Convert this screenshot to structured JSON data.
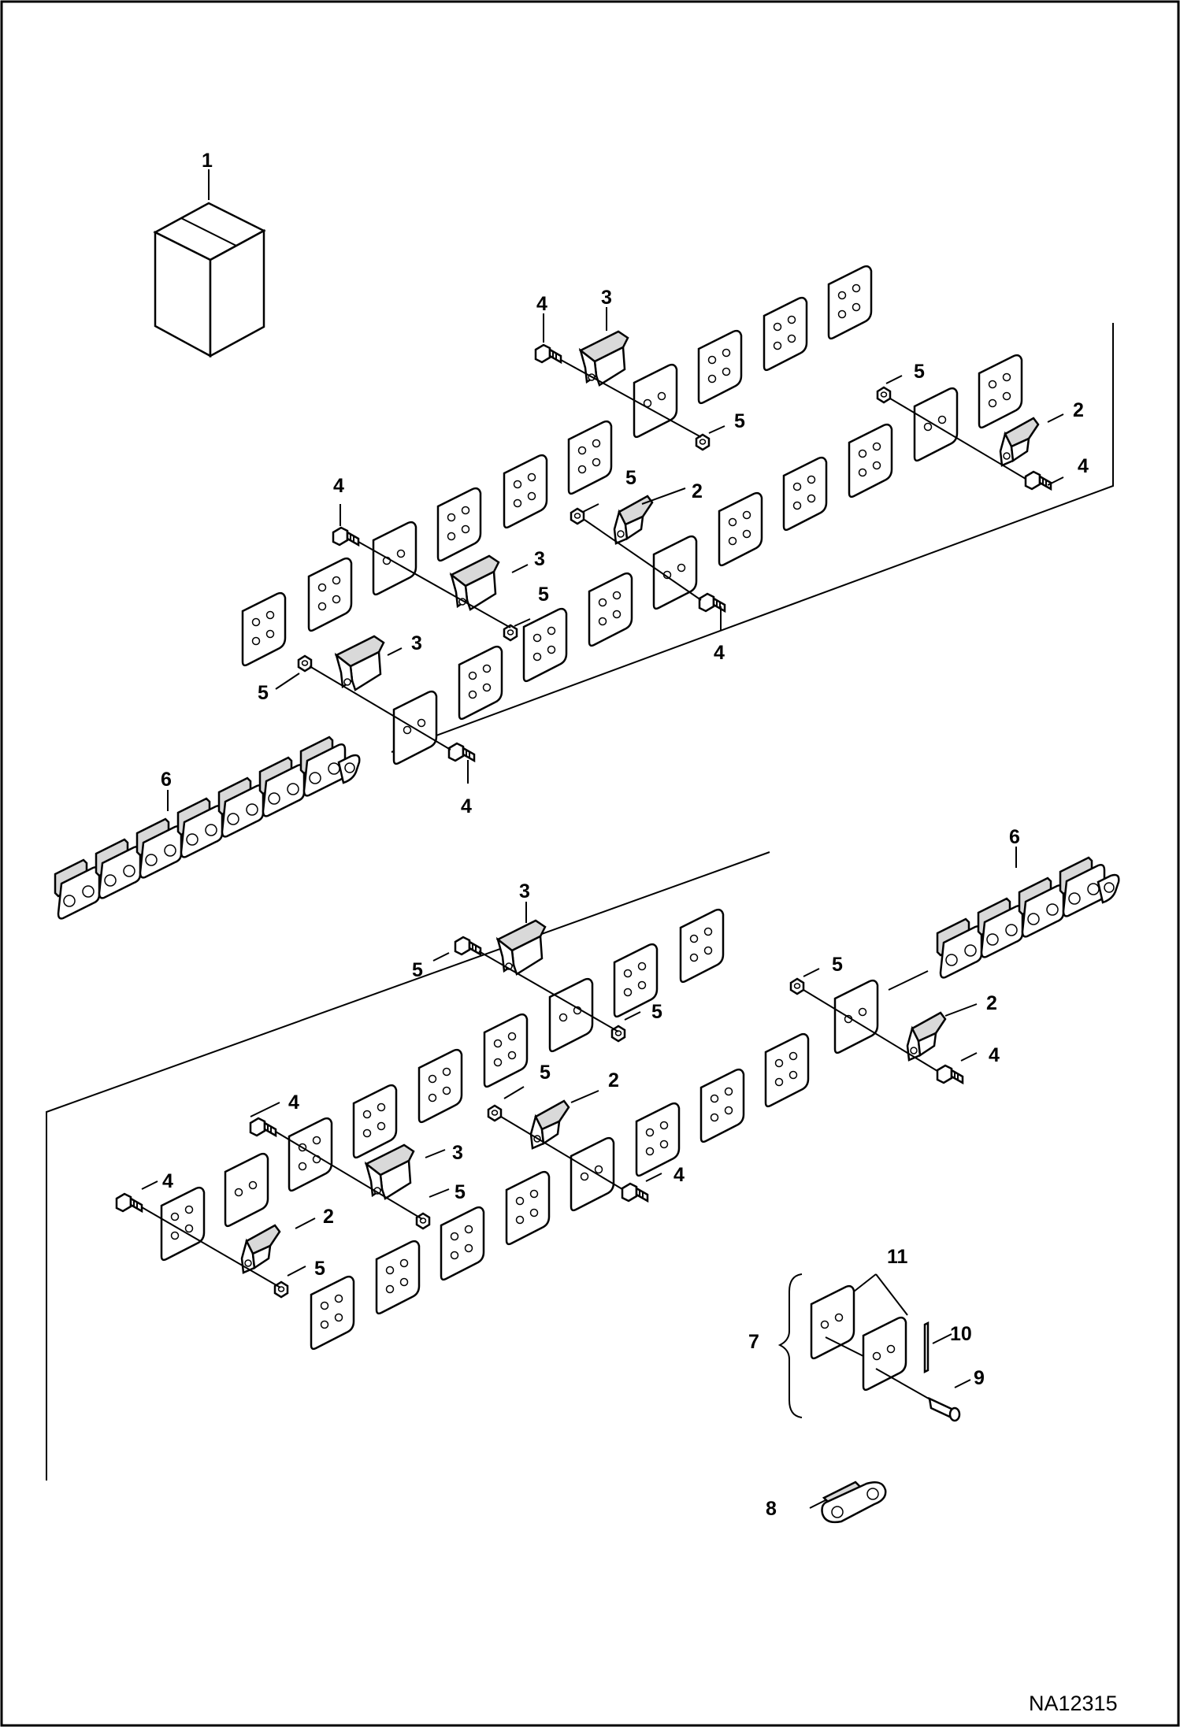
{
  "drawing_code": "NA12315",
  "callouts": {
    "c1": "1",
    "c2": "2",
    "c3": "3",
    "c4": "4",
    "c5": "5",
    "c6": "6",
    "c7": "7",
    "c8": "8",
    "c9": "9",
    "c10": "10",
    "c11": "11"
  }
}
